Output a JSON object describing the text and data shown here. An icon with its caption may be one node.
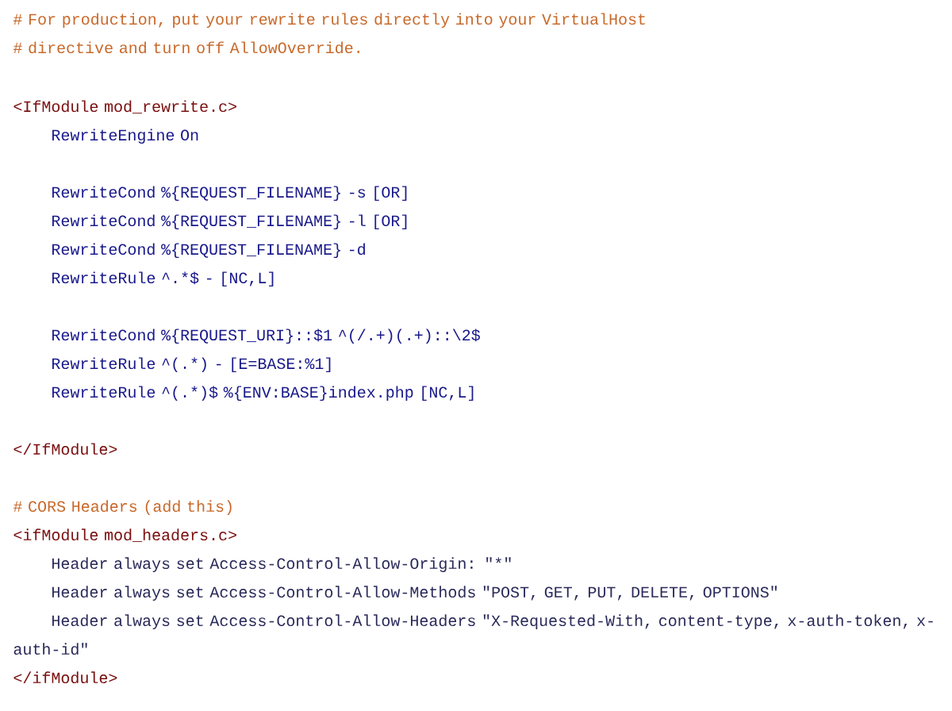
{
  "diagram": {
    "labels": [
      "# For production, put your rewrite rules directly into your VirtualHost",
      "# directive and turn off AllowOverride.",
      "<IfModule mod_rewrite.c>",
      "RewriteEngine On",
      "RewriteCond %{REQUEST_FILENAME} -s [OR]",
      "RewriteCond %{REQUEST_FILENAME} -l [OR]",
      "RewriteCond %{REQUEST_FILENAME} -d",
      "RewriteRule ^.*$ - [NC,L]",
      "RewriteCond %{REQUEST_URI}::$1 ^(/.+)(.+)::\\2$",
      "RewriteRule ^(.*) - [E=BASE:%1]",
      "RewriteRule ^(.*)$ %{ENV:BASE}index.php [NC,L]",
      "</IfModule>",
      "# CORS Headers (add this)",
      "<ifModule mod_headers.c>",
      "Header always set Access-Control-Allow-Origin: \"*\"",
      "Header always set Access-Control-Allow-Methods \"POST, GET, PUT, DELETE, OPTIONS\"",
      "Header always set Access-Control-Allow-Headers \"X-Requested-With, content-type, x-auth-token, x-auth-id\"",
      "</ifModule>"
    ]
  }
}
